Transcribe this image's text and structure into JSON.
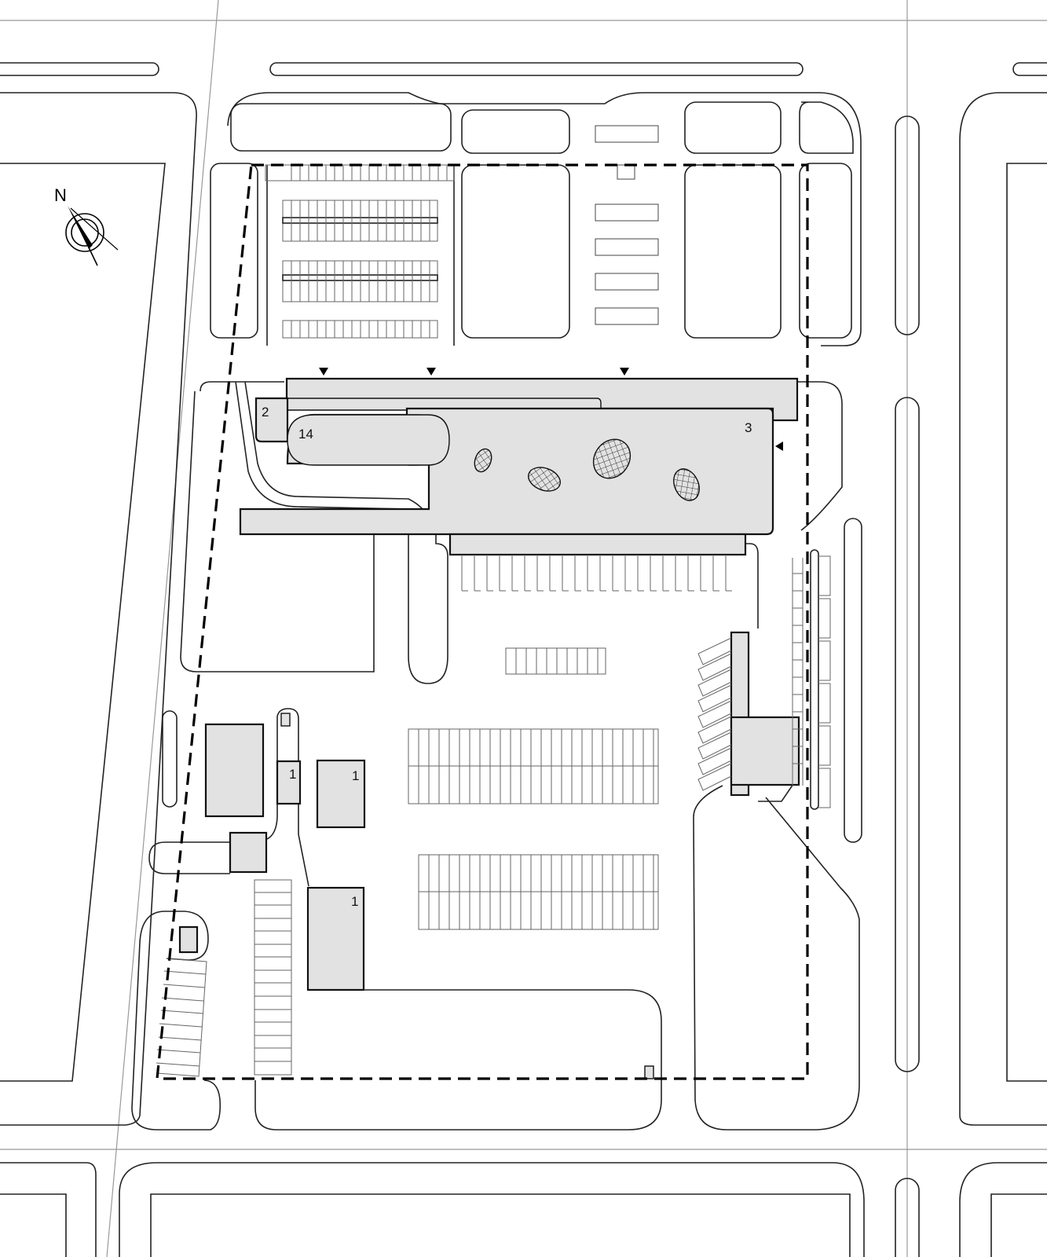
{
  "drawing": {
    "type": "site plan",
    "north_label": "N",
    "colors": {
      "building_fill": "#e2e2e2",
      "line": "#111111",
      "background": "#ffffff",
      "axis_line": "#999999"
    }
  },
  "labels": {
    "main_hall": "3",
    "wing": "2",
    "rounded_volume": "14",
    "annex_a": "1",
    "annex_b": "1",
    "annex_c": "1"
  },
  "legend_symbols": {
    "site_boundary": "dashed-line",
    "entrance_markers": [
      "entrance-arrow-north-1",
      "entrance-arrow-north-2",
      "entrance-arrow-north-3",
      "entrance-arrow-east"
    ],
    "skylights": 4
  }
}
